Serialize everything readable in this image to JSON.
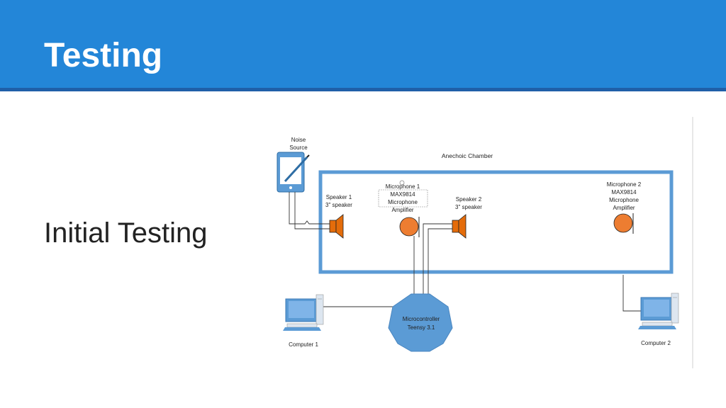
{
  "slide": {
    "title": "Testing",
    "body_text": "Initial Testing"
  },
  "diagram": {
    "chamber_label": "Anechoic Chamber",
    "noise_source": [
      "Noise",
      "Source"
    ],
    "speaker1": [
      "Speaker 1",
      "3\" speaker"
    ],
    "speaker2": [
      "Speaker 2",
      "3\" speaker"
    ],
    "microphone1": [
      "Microphone 1",
      "MAX9814",
      "Microphone",
      "Amplifier"
    ],
    "microphone2": [
      "Microphone 2",
      "MAX9814",
      "Microphone",
      "Amplifier"
    ],
    "microcontroller": [
      "Microcontroller",
      "Teensy 3.1"
    ],
    "computer1": "Computer 1",
    "computer2": "Computer 2",
    "icons": {
      "noise_source": "tablet-with-stylus-icon",
      "speaker": "speaker-icon",
      "microphone": "microphone-icon",
      "computer": "desktop-computer-icon",
      "microcontroller": "octagon-shape"
    },
    "colors": {
      "chamber_border": "#5b9bd5",
      "speaker": "#e46c0a",
      "microphone": "#ed7d31",
      "microcontroller": "#5b9bd5",
      "computer": "#4a90d9"
    }
  }
}
